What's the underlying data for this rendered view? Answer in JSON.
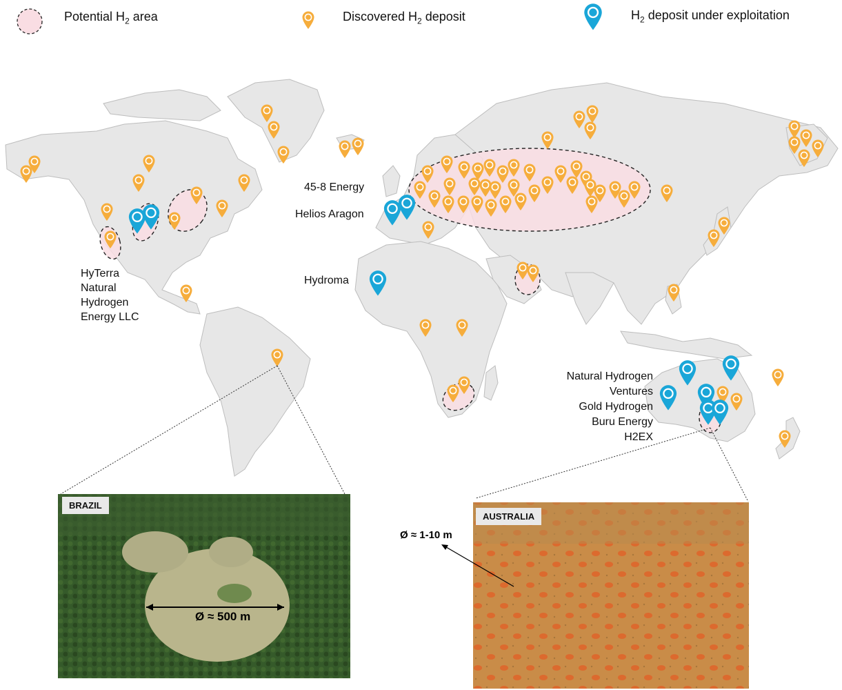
{
  "legend": {
    "potential_area": "Potential H",
    "potential_area_suffix": " area",
    "discovered_deposit": "Discovered H",
    "discovered_deposit_suffix": " deposit",
    "exploited_deposit": "H",
    "exploited_deposit_suffix": " deposit under exploitation",
    "subscript": "2"
  },
  "colors": {
    "land": "#e7e7e7",
    "land_border": "#bdbdbd",
    "potential_area_fill": "#f9dde3",
    "discovered_pin": "#f6ad3c",
    "exploited_pin": "#1aa6d8",
    "brazil_forest": "#2f4f24",
    "brazil_clearing": "#b8b38a",
    "australia_soil": "#c58a45",
    "australia_circles": "#d9622b"
  },
  "companies": {
    "hyterra_line1": "HyTerra",
    "hyterra_line2": "Natural",
    "hyterra_line3": "Hydrogen",
    "hyterra_line4": "Energy LLC",
    "energy_45_8": "45-8 Energy",
    "helios": "Helios Aragon",
    "hydroma": "Hydroma",
    "aus_line1": "Natural Hydrogen",
    "aus_line2": "Ventures",
    "aus_line3": "Gold Hydrogen",
    "aus_line4": "Buru Energy",
    "aus_line5": "H2EX"
  },
  "photos": {
    "brazil_title": "BRAZIL",
    "brazil_measure": "Ø ≈ 500 m",
    "australia_title": "AUSTRALIA",
    "australia_measure": "Ø ≈ 1-10 m"
  },
  "icons": {
    "discovered": "map-pin-icon",
    "exploited": "map-pin-icon"
  }
}
